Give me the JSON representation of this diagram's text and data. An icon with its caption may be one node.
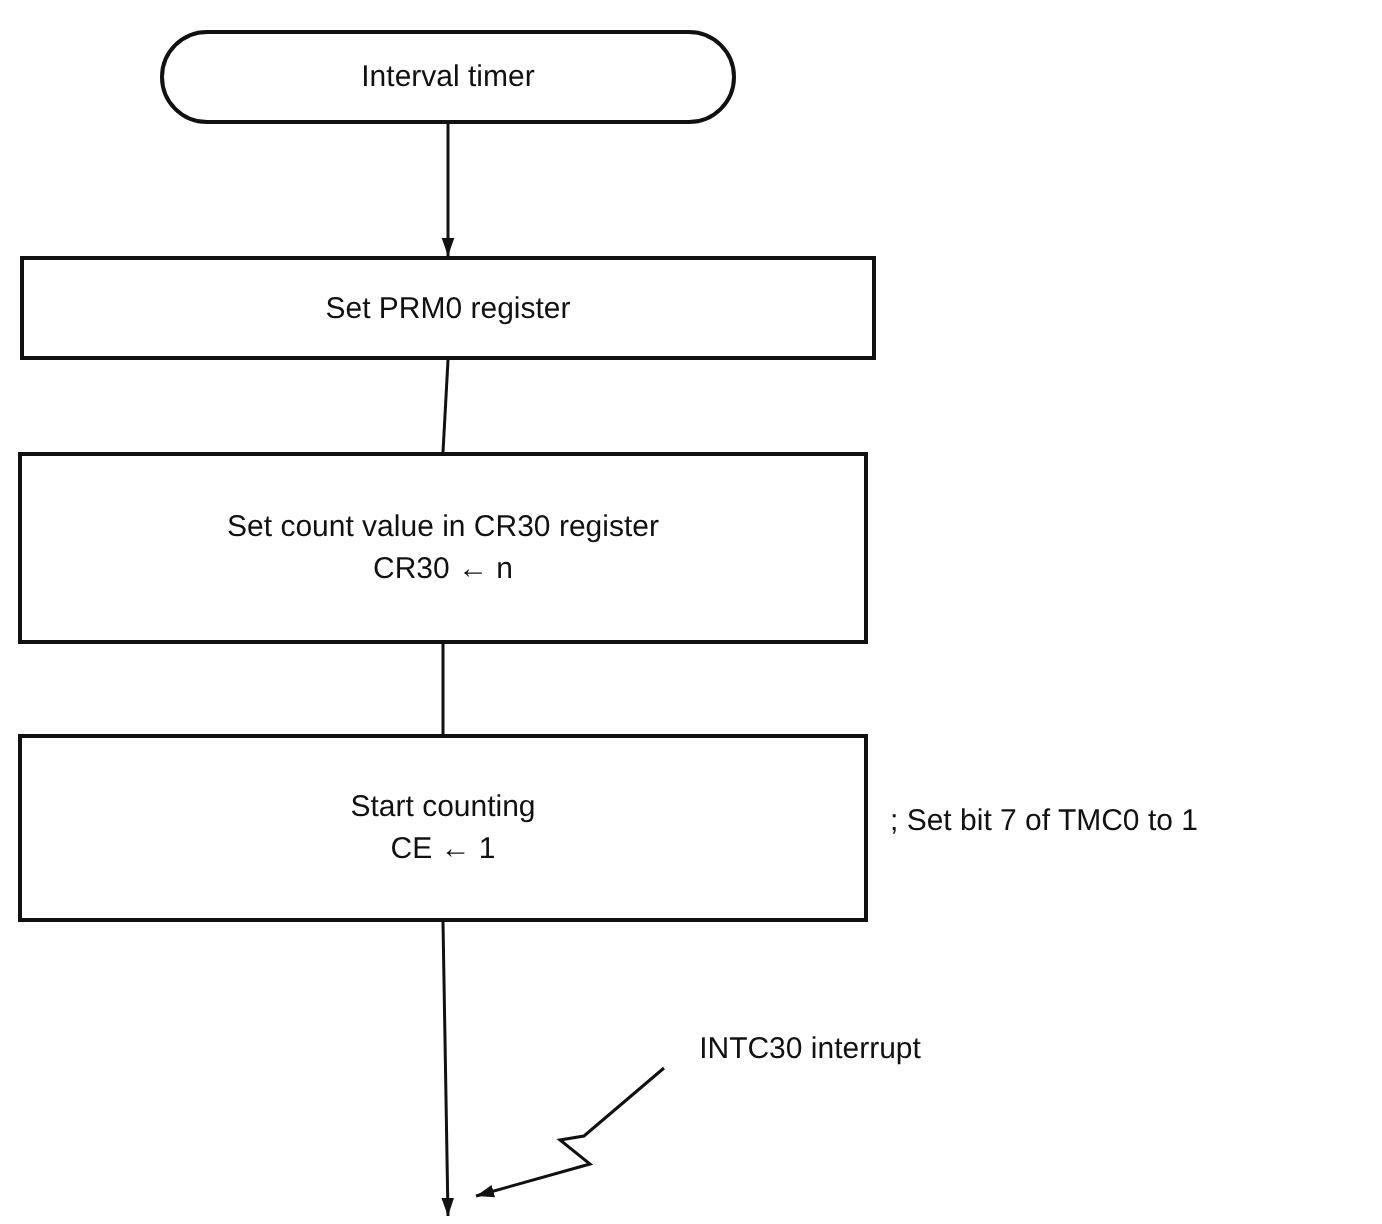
{
  "diagram": {
    "nodes": [
      {
        "text": [
          "Interval timer"
        ]
      },
      {
        "text": [
          "Set PRM0 register"
        ]
      },
      {
        "text": [
          "Set count value in CR30 register",
          "CR30 ← n"
        ]
      },
      {
        "text": [
          "Start counting",
          "CE ← 1"
        ],
        "beside": [
          "; Set bit 7 of TMC0 to 1"
        ]
      },
      {
        "text": [
          "INTC30 interrupt"
        ]
      }
    ],
    "edges": [
      {
        "from": 0,
        "to": 1,
        "arrow": "to"
      },
      {
        "from": 1,
        "to": 2,
        "arrow": "none"
      },
      {
        "from": 2,
        "to": 3,
        "arrow": "none"
      },
      {
        "from": 3,
        "to": null,
        "arrow": "to"
      },
      {
        "from": 4,
        "to": null,
        "arrow": "to"
      }
    ]
  }
}
